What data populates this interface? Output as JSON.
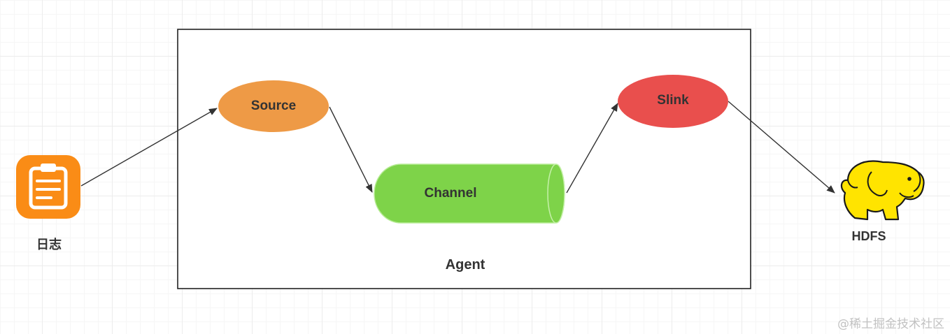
{
  "diagram": {
    "log": {
      "label": "日志",
      "icon": "clipboard-log-icon"
    },
    "agent": {
      "label": "Agent"
    },
    "source": {
      "label": "Source",
      "color": "#EE9A46"
    },
    "channel": {
      "label": "Channel",
      "color": "#7ED349"
    },
    "sink": {
      "label": "Slink",
      "color": "#E94F4D"
    },
    "hdfs": {
      "label": "HDFS",
      "icon": "hadoop-elephant-icon"
    },
    "edges": [
      {
        "from": "日志",
        "to": "Source"
      },
      {
        "from": "Source",
        "to": "Channel"
      },
      {
        "from": "Channel",
        "to": "Slink"
      },
      {
        "from": "Slink",
        "to": "HDFS"
      }
    ]
  },
  "watermark": "@稀土掘金技术社区"
}
